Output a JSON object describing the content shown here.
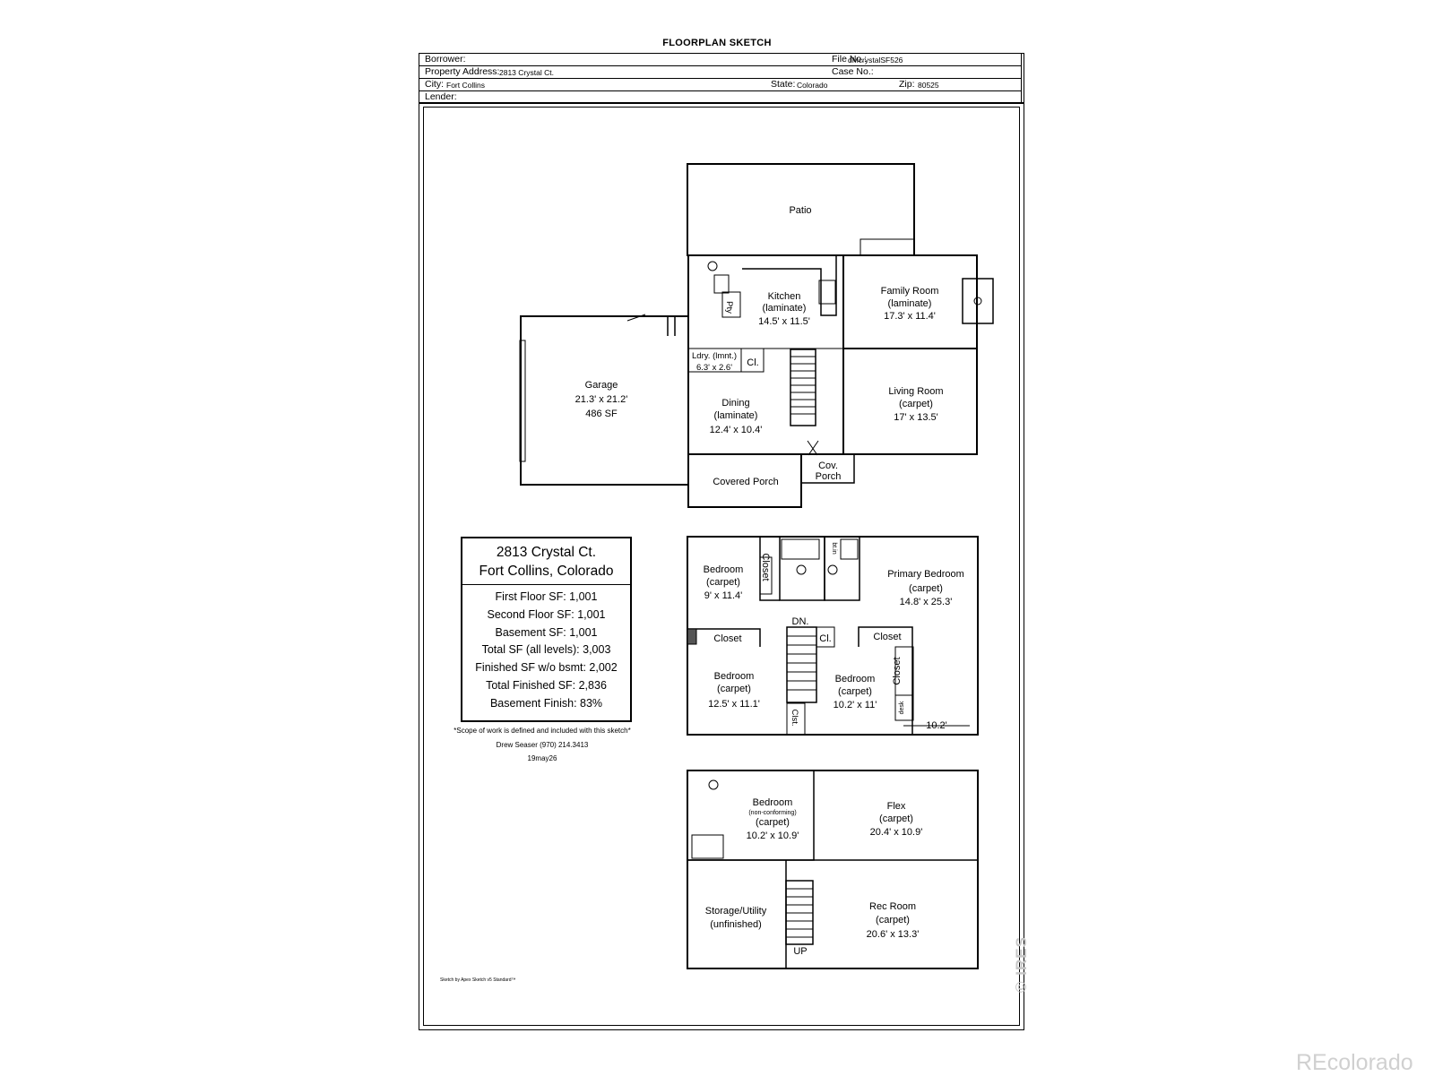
{
  "sheet_title": "FLOORPLAN SKETCH",
  "header": {
    "borrower_label": "Borrower:",
    "file_no_label": "File No.:",
    "file_no": "dMcrystalSF526",
    "property_address_label": "Property Address:",
    "property_address": "2813 Crystal Ct.",
    "case_no_label": "Case No.:",
    "city_label": "City:",
    "city": "Fort Collins",
    "state_label": "State:",
    "state": "Colorado",
    "zip_label": "Zip:",
    "zip": "80525",
    "lender_label": "Lender:"
  },
  "first_floor": {
    "patio": "Patio",
    "kitchen": [
      "Kitchen",
      "(laminate)",
      "14.5' x 11.5'"
    ],
    "pantry": "Pty",
    "family_room": [
      "Family Room",
      "(laminate)",
      "17.3' x 11.4'"
    ],
    "garage": [
      "Garage",
      "21.3' x 21.2'",
      "486 SF"
    ],
    "laundry": [
      "Ldry. (lmnt.)",
      "6.3' x 2.6'"
    ],
    "closet": "Cl.",
    "dining": [
      "Dining",
      "(laminate)",
      "12.4' x 10.4'"
    ],
    "living_room": [
      "Living Room",
      "(carpet)",
      "17' x 13.5'"
    ],
    "covered_porch": "Covered Porch",
    "cov_porch": [
      "Cov.",
      "Porch"
    ]
  },
  "second_floor": {
    "bedroom_nw": [
      "Bedroom",
      "(carpet)",
      "9' x 11.4'"
    ],
    "closet_v": "Closet",
    "built_in": "bt.in",
    "primary_bedroom": [
      "Primary Bedroom",
      "(carpet)",
      "14.8' x 25.3'"
    ],
    "down": "DN.",
    "closet_left": "Closet",
    "closet_small": "Cl.",
    "closet_right": "Closet",
    "closet_vertical": "Closet",
    "bedroom_sw": [
      "Bedroom",
      "(carpet)",
      "12.5' x 11.1'"
    ],
    "bedroom_mid": [
      "Bedroom",
      "(carpet)",
      "10.2' x 11'"
    ],
    "closet_stair": "Clst.",
    "desk": "desk",
    "desk_dim": "10.2'"
  },
  "basement": {
    "bedroom": [
      "Bedroom",
      "(non-conforming)",
      "(carpet)",
      "10.2' x 10.9'"
    ],
    "flex": [
      "Flex",
      "(carpet)",
      "20.4' x 10.9'"
    ],
    "storage": [
      "Storage/Utility",
      "(unfinished)"
    ],
    "rec_room": [
      "Rec Room",
      "(carpet)",
      "20.6' x 13.3'"
    ],
    "up": "UP"
  },
  "summary": {
    "address1": "2813 Crystal Ct.",
    "address2": "Fort Collins, Colorado",
    "lines": [
      "First Floor SF: 1,001",
      "Second Floor SF: 1,001",
      "Basement SF: 1,001",
      "Total SF (all levels): 3,003",
      "Finished SF w/o bsmt: 2,002",
      "Total Finished SF: 2,836",
      "Basement Finish: 83%"
    ]
  },
  "notes": {
    "scope": "*Scope of work is defined and included with this sketch*",
    "author": "Drew Seaser     (970) 214.3413",
    "date": "19may26",
    "software": "Sketch by Apex Sketch v5 Standard™"
  },
  "watermarks": {
    "ires": "© IRES",
    "recolorado": "REcolorado"
  }
}
